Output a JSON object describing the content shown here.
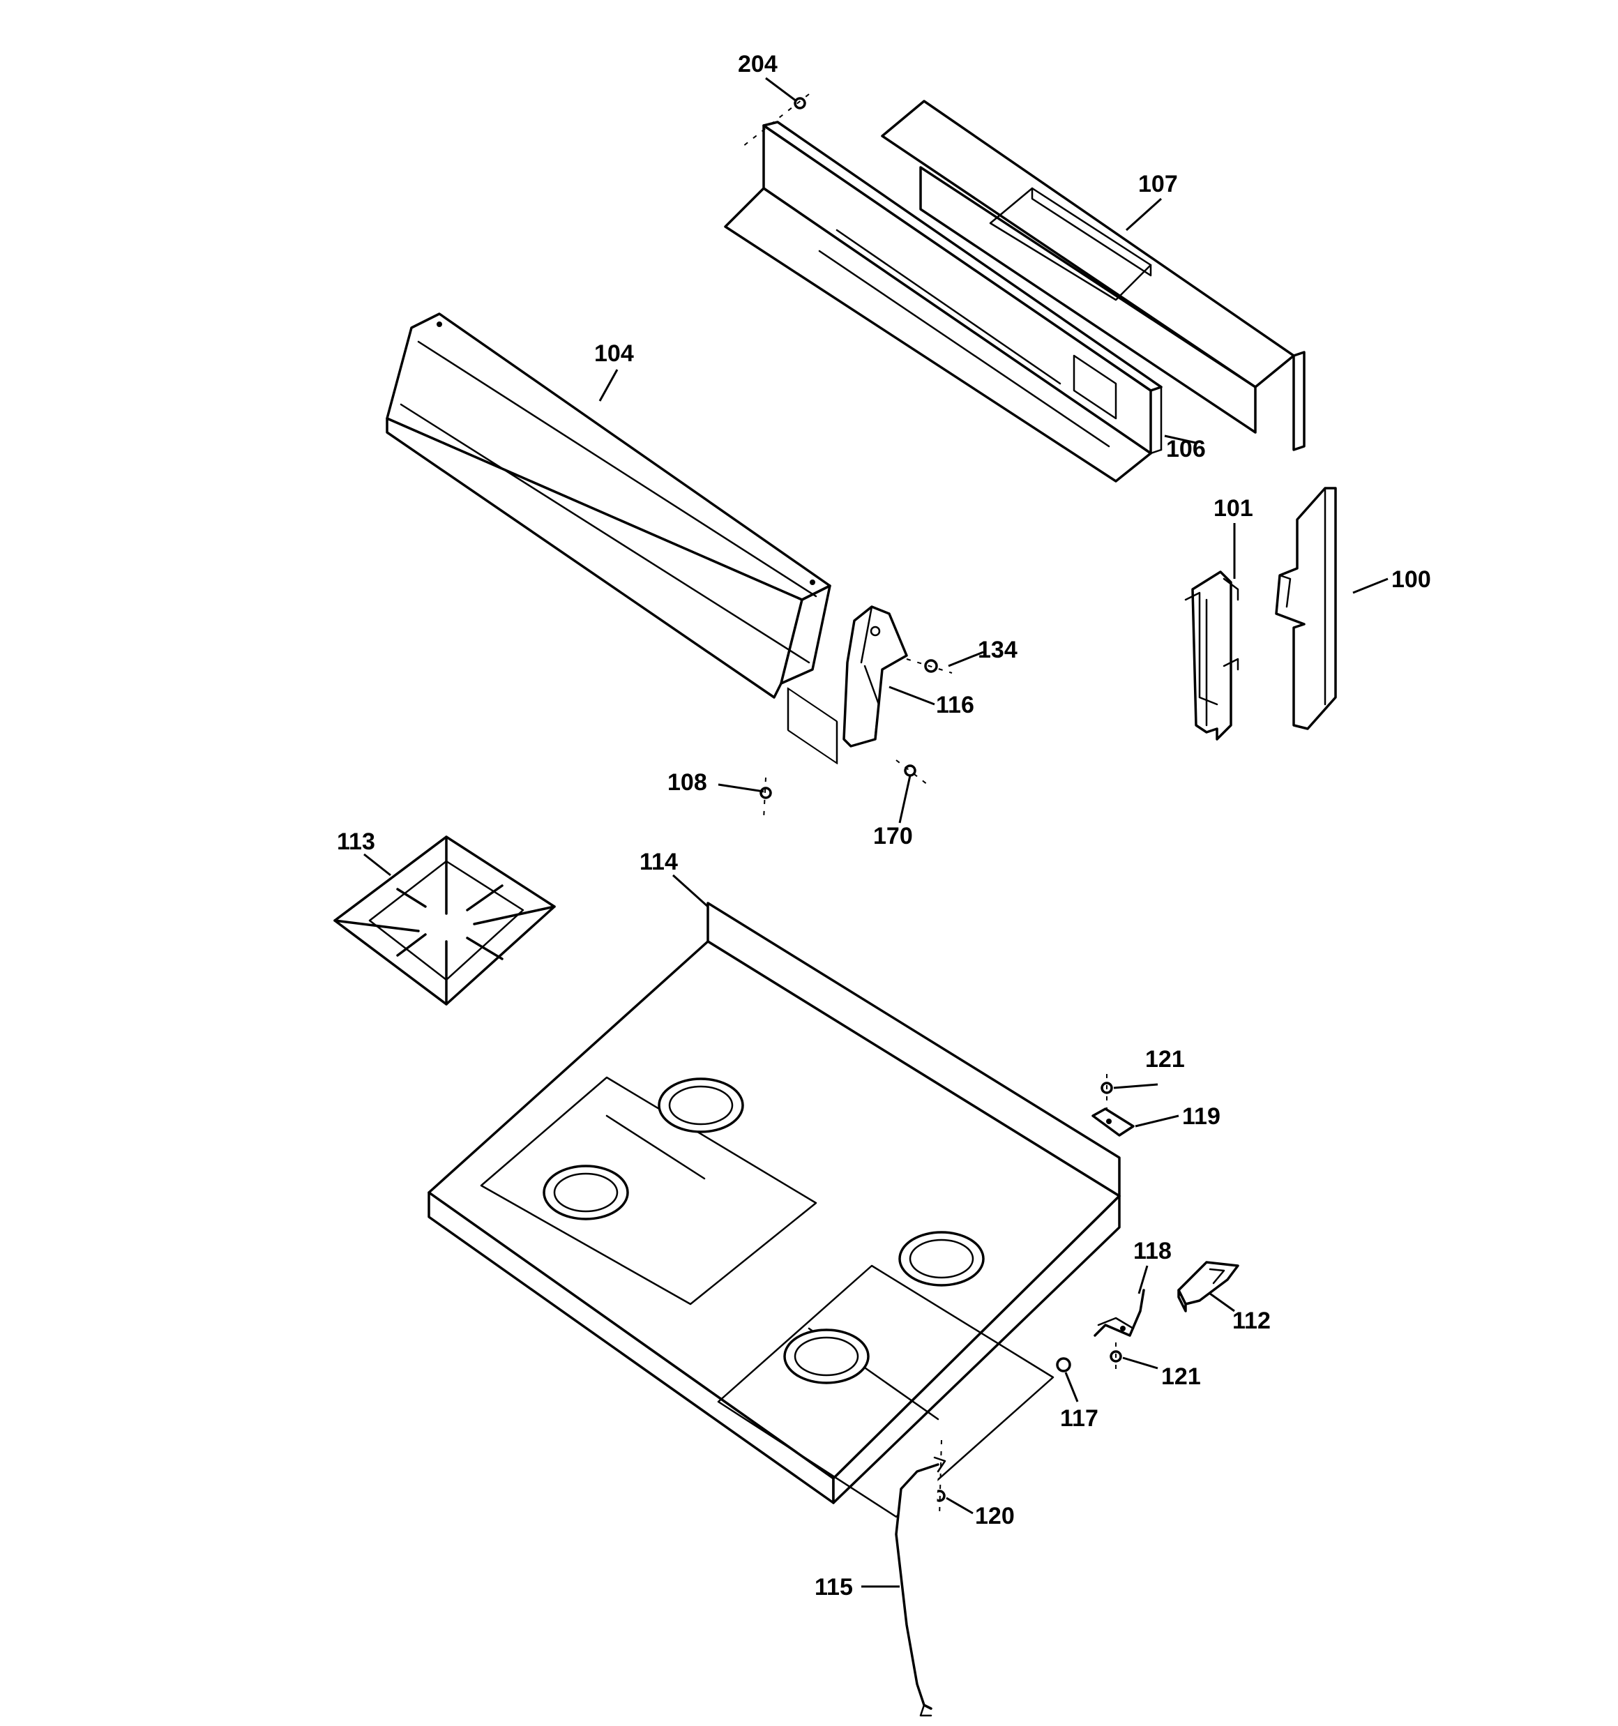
{
  "callouts": {
    "p204": "204",
    "p107": "107",
    "p104": "104",
    "p106": "106",
    "p101": "101",
    "p100": "100",
    "p134": "134",
    "p116": "116",
    "p108": "108",
    "p170": "170",
    "p113": "113",
    "p114": "114",
    "p121a": "121",
    "p119": "119",
    "p118": "118",
    "p112": "112",
    "p121b": "121",
    "p117": "117",
    "p120": "120",
    "p115": "115"
  }
}
